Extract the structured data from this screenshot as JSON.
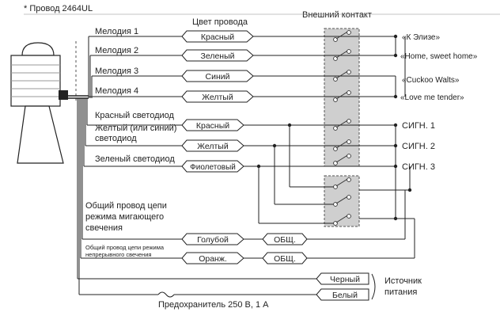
{
  "header": {
    "wire_note": "* Провод 2464UL",
    "wire_color_heading": "Цвет провода",
    "external_contact_heading": "Внешний контакт"
  },
  "inputs": [
    {
      "label": "Мелодия 1",
      "wire": "Красный",
      "output": "«К Элизе»"
    },
    {
      "label": "Мелодия 2",
      "wire": "Зеленый",
      "output": "«Home, sweet home»"
    },
    {
      "label": "Мелодия 3",
      "wire": "Синий",
      "output": "«Cuckoo Walts»"
    },
    {
      "label": "Мелодия 4",
      "wire": "Желтый",
      "output": "«Love me tender»"
    },
    {
      "label": "Красный светодиод",
      "wire": "Красный",
      "output": "СИГН. 1"
    },
    {
      "label": "Желтый (или синий)",
      "label2": "светодиод",
      "wire": "Желтый",
      "output": "СИГН. 2"
    },
    {
      "label": "Зеленый светодиод",
      "wire": "Фиолетовый",
      "output": "СИГН. 3"
    }
  ],
  "common": {
    "flash_label_1": "Общий провод цепи",
    "flash_label_2": "режима мигающего",
    "flash_label_3": "свечения",
    "flash_wire": "Голубой",
    "flash_tag": "ОБЩ.",
    "steady_label_1": "Общий провод цепи режима",
    "steady_label_2": "непрерывного свечения",
    "steady_wire": "Оранж.",
    "steady_tag": "ОБЩ."
  },
  "power": {
    "wire_black": "Черный",
    "wire_white": "Белый",
    "label_1": "Источник",
    "label_2": "питания",
    "fuse": "Предохранитель 250 В, 1 А"
  }
}
